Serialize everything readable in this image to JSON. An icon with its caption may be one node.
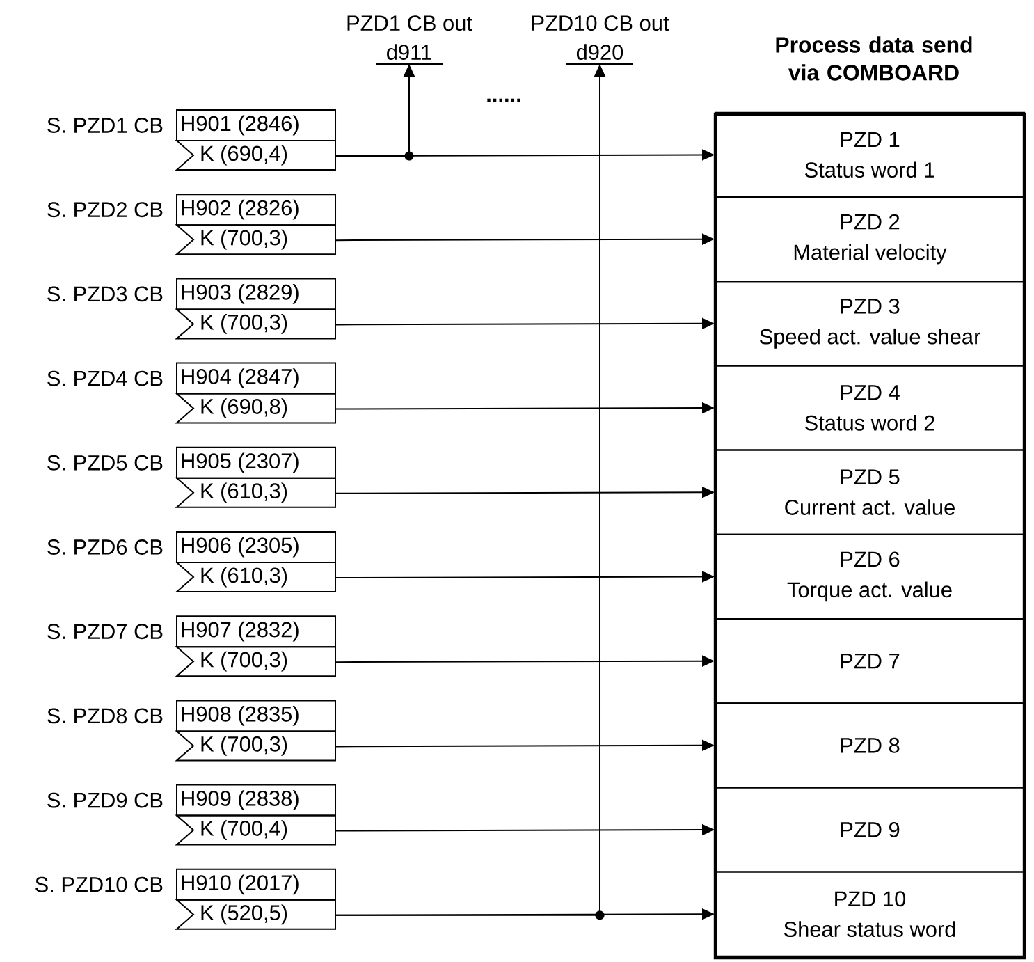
{
  "diagram": {
    "nodes": [
      {
        "text": [
          "PZD1 CB out",
          "d911"
        ]
      },
      {
        "text": [
          "PZD10 CB out",
          "d920"
        ]
      },
      {
        "text": [
          "Process data send via COMBOARD"
        ]
      },
      {
        "text": [
          "PZD 1",
          "Status word 1"
        ],
        "in": 2
      },
      {
        "text": [
          "PZD 2",
          "Material velocity"
        ],
        "in": 2
      },
      {
        "text": [
          "PZD 3",
          "Speed act. value shear"
        ],
        "in": 2
      },
      {
        "text": [
          "PZD 4",
          "Status word 2"
        ],
        "in": 2
      },
      {
        "text": [
          "PZD 5",
          "Current act. value"
        ],
        "in": 2
      },
      {
        "text": [
          "PZD 6",
          "Torque act. value"
        ],
        "in": 2
      },
      {
        "text": [
          "PZD 7"
        ],
        "in": 2
      },
      {
        "text": [
          "PZD 8"
        ],
        "in": 2
      },
      {
        "text": [
          "PZD 9"
        ],
        "in": 2
      },
      {
        "text": [
          "PZD 10",
          "Shear status word"
        ],
        "in": 2
      },
      {
        "text": [
          "H901 (2846)",
          "K (690,4)"
        ],
        "beside": [
          "S. PZD1 CB"
        ]
      },
      {
        "text": [
          "H902 (2826)",
          "K (700,3)"
        ],
        "beside": [
          "S. PZD2 CB"
        ]
      },
      {
        "text": [
          "H903 (2829)",
          "K (700,3)"
        ],
        "beside": [
          "S. PZD3 CB"
        ]
      },
      {
        "text": [
          "H904 (2847)",
          "K (690,8)"
        ],
        "beside": [
          "S. PZD4 CB"
        ]
      },
      {
        "text": [
          "H905 (2307)",
          "K (610,3)"
        ],
        "beside": [
          "S. PZD5 CB"
        ]
      },
      {
        "text": [
          "H906 (2305)",
          "K (610,3)"
        ],
        "beside": [
          "S. PZD6 CB"
        ]
      },
      {
        "text": [
          "H907 (2832)",
          "K (700,3)"
        ],
        "beside": [
          "S. PZD7 CB"
        ]
      },
      {
        "text": [
          "H908 (2835)",
          "K (700,3)"
        ],
        "beside": [
          "S. PZD8 CB"
        ]
      },
      {
        "text": [
          "H909 (2838)",
          "K (700,4)"
        ],
        "beside": [
          "S. PZD9 CB"
        ]
      },
      {
        "text": [
          "H910 (2017)",
          "K (520,5)"
        ],
        "beside": [
          "S. PZD10 CB"
        ]
      }
    ],
    "edges": [
      {
        "from": 13,
        "to": 3,
        "arrow": "to"
      },
      {
        "from": 14,
        "to": 4,
        "arrow": "to"
      },
      {
        "from": 15,
        "to": 5,
        "arrow": "to"
      },
      {
        "from": 16,
        "to": 6,
        "arrow": "to"
      },
      {
        "from": 17,
        "to": 7,
        "arrow": "to"
      },
      {
        "from": 18,
        "to": 8,
        "arrow": "to"
      },
      {
        "from": 19,
        "to": 9,
        "arrow": "to"
      },
      {
        "from": 20,
        "to": 10,
        "arrow": "to"
      },
      {
        "from": 21,
        "to": 11,
        "arrow": "to"
      },
      {
        "from": 22,
        "to": 12,
        "arrow": "to"
      },
      {
        "from": 13,
        "to": 0,
        "arrow": "to"
      },
      {
        "from": 22,
        "to": 1,
        "arrow": "to"
      }
    ],
    "labels": [
      "......"
    ]
  }
}
